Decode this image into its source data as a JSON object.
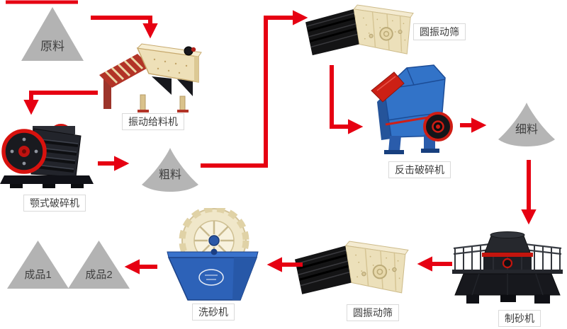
{
  "diagram": {
    "colors": {
      "arrow": "#e60012",
      "pile": "#b3b3b3",
      "label_border": "#dadada",
      "label_text": "#3c3c3c"
    },
    "nodes": {
      "raw_material": {
        "label": "原料",
        "type": "material-pile"
      },
      "vibrating_feeder": {
        "label": "振动给料机",
        "type": "machine"
      },
      "jaw_crusher": {
        "label": "颚式破碎机",
        "type": "machine"
      },
      "coarse_material": {
        "label": "粗料",
        "type": "material-pile"
      },
      "circular_vibrating_screen_top": {
        "label": "圆振动筛",
        "type": "machine"
      },
      "impact_crusher": {
        "label": "反击破碎机",
        "type": "machine"
      },
      "fine_material": {
        "label": "细料",
        "type": "material-pile"
      },
      "sand_making_machine": {
        "label": "制砂机",
        "type": "machine"
      },
      "circular_vibrating_screen_bottom": {
        "label": "圆振动筛",
        "type": "machine"
      },
      "sand_washing_machine": {
        "label": "洗砂机",
        "type": "machine"
      },
      "product_1": {
        "label": "成品1",
        "type": "material-pile"
      },
      "product_2": {
        "label": "成品2",
        "type": "material-pile"
      }
    },
    "flow": [
      "原料 → 振动给料机",
      "振动给料机 → 颚式破碎机",
      "颚式破碎机 → 粗料",
      "粗料 → 圆振动筛",
      "圆振动筛 → 反击破碎机",
      "反击破碎机 → 细料",
      "细料 → 制砂机",
      "制砂机 → 圆振动筛",
      "圆振动筛 → 洗砂机",
      "洗砂机 → 成品1 / 成品2"
    ]
  }
}
